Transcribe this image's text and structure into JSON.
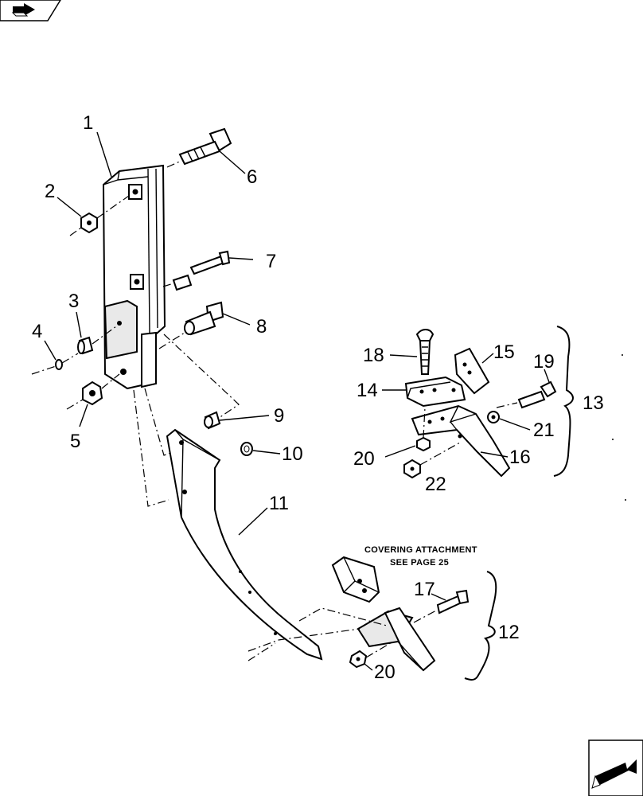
{
  "nav": {
    "top_left_icon": "prev-page-arrow-icon",
    "bottom_right_icon": "next-page-arrow-icon"
  },
  "note": {
    "line1": "COVERING ATTACHMENT",
    "line2": "SEE PAGE 25"
  },
  "callouts": {
    "c1": "1",
    "c2": "2",
    "c3": "3",
    "c4": "4",
    "c5": "5",
    "c6": "6",
    "c7": "7",
    "c8": "8",
    "c9": "9",
    "c10": "10",
    "c11": "11",
    "c12": "12",
    "c13": "13",
    "c14": "14",
    "c15": "15",
    "c16": "16",
    "c17": "17",
    "c18": "18",
    "c19": "19",
    "c20a": "20",
    "c20b": "20",
    "c21": "21",
    "c22": "22"
  }
}
